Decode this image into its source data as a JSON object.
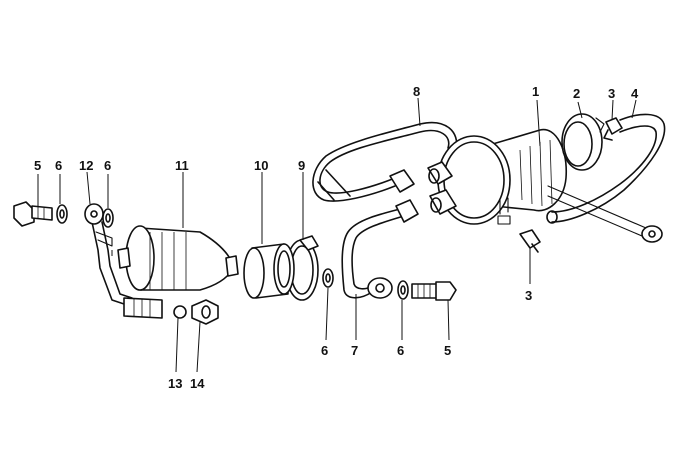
{
  "diagram": {
    "callouts": [
      {
        "id": "c1",
        "text": "1"
      },
      {
        "id": "c2",
        "text": "2"
      },
      {
        "id": "c3a",
        "text": "3"
      },
      {
        "id": "c4",
        "text": "4"
      },
      {
        "id": "c5a",
        "text": "5"
      },
      {
        "id": "c6a",
        "text": "6"
      },
      {
        "id": "c12",
        "text": "12"
      },
      {
        "id": "c6b",
        "text": "6"
      },
      {
        "id": "c11",
        "text": "11"
      },
      {
        "id": "c10",
        "text": "10"
      },
      {
        "id": "c9",
        "text": "9"
      },
      {
        "id": "c8",
        "text": "8"
      },
      {
        "id": "c3b",
        "text": "3"
      },
      {
        "id": "c6c",
        "text": "6"
      },
      {
        "id": "c7",
        "text": "7"
      },
      {
        "id": "c6d",
        "text": "6"
      },
      {
        "id": "c5b",
        "text": "5"
      },
      {
        "id": "c13",
        "text": "13"
      },
      {
        "id": "c14",
        "text": "14"
      }
    ]
  }
}
